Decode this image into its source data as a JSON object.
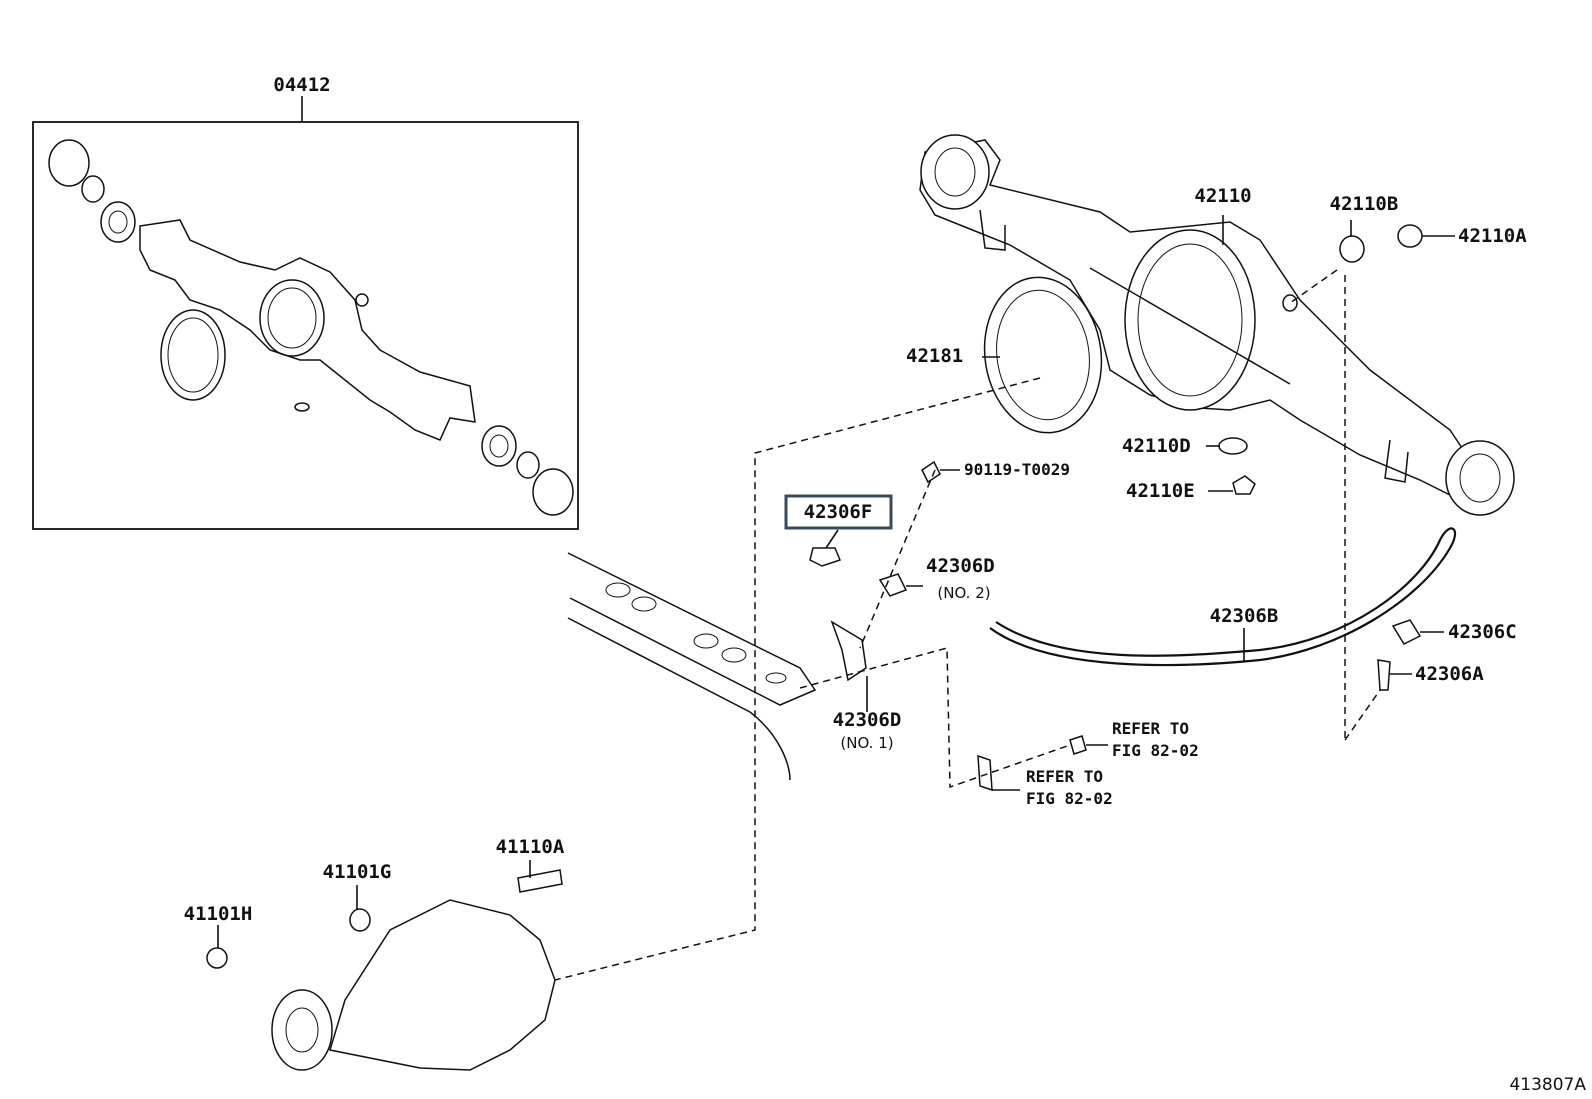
{
  "diagram_id": "413807A",
  "callouts": {
    "gasket_kit": "04412",
    "axle_housing": "42110",
    "plug": "42110B",
    "plug_a": "42110A",
    "cover": "42181",
    "stopper_d": "42110D",
    "stopper_e": "42110E",
    "bolt": "90119-T0029",
    "highlighted_part": "42306F",
    "clamp_no2": "42306D",
    "clamp_no2_sub": "(NO. 2)",
    "hose": "42306B",
    "hose_clamp": "42306C",
    "union": "42306A",
    "clamp_no1": "42306D",
    "clamp_no1_sub": "(NO. 1)",
    "refer_1_line1": "REFER TO",
    "refer_1_line2": "FIG 82-02",
    "refer_2_line1": "REFER TO",
    "refer_2_line2": "FIG 82-02",
    "stud": "41110A",
    "nut_g": "41101G",
    "nut_h": "41101H"
  }
}
